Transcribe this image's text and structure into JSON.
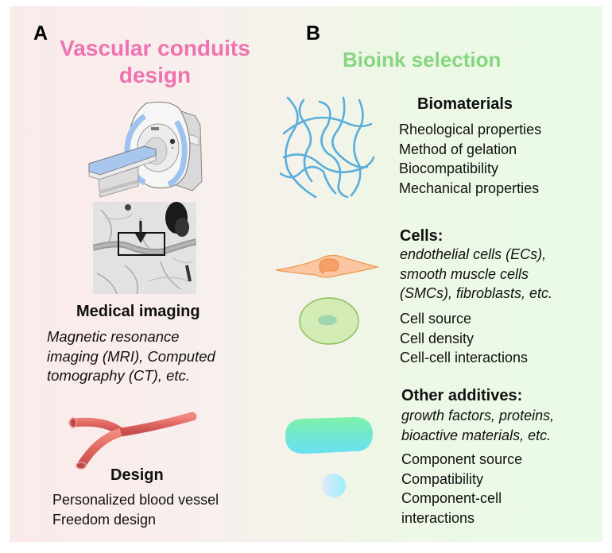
{
  "panel_a": {
    "letter": "A",
    "title_line1": "Vascular conduits",
    "title_line2": "design",
    "title_color": "#ee73b0",
    "imaging": {
      "heading": "Medical imaging",
      "description_lines": [
        "Magnetic resonance",
        "imaging (MRI), Computed",
        "tomography (CT), etc."
      ]
    },
    "design": {
      "heading": "Design",
      "lines": [
        "Personalized blood vessel",
        "Freedom design"
      ]
    },
    "icons": [
      "mri-scanner-icon",
      "angiography-image",
      "blood-vessel-icon"
    ]
  },
  "panel_b": {
    "letter": "B",
    "title": "Bioink selection",
    "title_color": "#86d681",
    "biomaterials": {
      "heading": "Biomaterials",
      "lines": [
        "Rheological properties",
        "Method of gelation",
        "Biocompatibility",
        "Mechanical properties"
      ]
    },
    "cells": {
      "heading": "Cells:",
      "examples": [
        "endothelial cells (ECs),",
        "smooth muscle cells",
        "(SMCs), fibroblasts, etc."
      ],
      "lines": [
        "Cell source",
        "Cell density",
        "Cell-cell interactions"
      ]
    },
    "additives": {
      "heading": "Other additives:",
      "examples": [
        "growth factors, proteins,",
        "bioactive materials, etc."
      ],
      "lines": [
        "Component source",
        "Compatibility",
        "Component-cell",
        "interactions"
      ]
    },
    "icons": [
      "polymer-network-icon",
      "spindle-cell-icon",
      "round-cell-icon",
      "capsule-additive-icon",
      "sphere-additive-icon"
    ]
  }
}
